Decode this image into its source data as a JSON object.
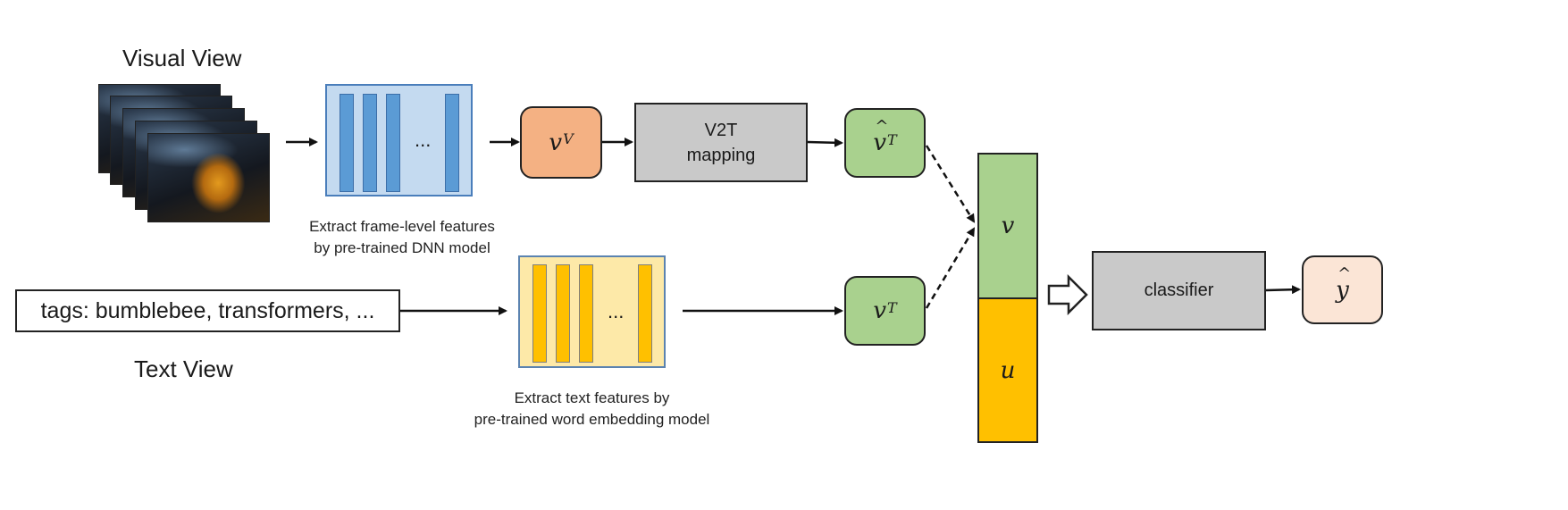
{
  "visual_view": {
    "title": "Visual View",
    "caption_lines": [
      "Extract frame-level features",
      "by pre-trained DNN model"
    ],
    "ellipsis": "..."
  },
  "text_view": {
    "title": "Text View",
    "tags_text": "tags: bumblebee, transformers, ...",
    "caption_lines": [
      "Extract text features by",
      "pre-trained word embedding model"
    ],
    "ellipsis": "..."
  },
  "nodes": {
    "v_visual": {
      "base": "v",
      "sup": "V"
    },
    "v2t_mapping": {
      "lines": [
        "V2T",
        "mapping"
      ]
    },
    "v_hat_text": {
      "base": "v",
      "sup": "T"
    },
    "v_text": {
      "base": "v",
      "sup": "T"
    },
    "concat_top": "v",
    "concat_bottom": "u",
    "classifier": "classifier",
    "y_hat": "y"
  },
  "colors": {
    "visual_feature_fill": "#c4daf0",
    "visual_feature_border": "#4a7ebb",
    "visual_bar": "#5b9bd5",
    "text_feature_fill": "#fde9a8",
    "text_feature_border": "#5b83b0",
    "text_bar": "#ffc000",
    "v_visual_fill": "#f4b183",
    "green_fill": "#a9d18e",
    "gray_fill": "#c9c9c9",
    "concat_bottom_fill": "#ffc000",
    "output_fill": "#fbe5d6"
  },
  "icons": {
    "frames": "movie-frames-stack",
    "hollow_arrow": "hollow-right-arrow"
  }
}
